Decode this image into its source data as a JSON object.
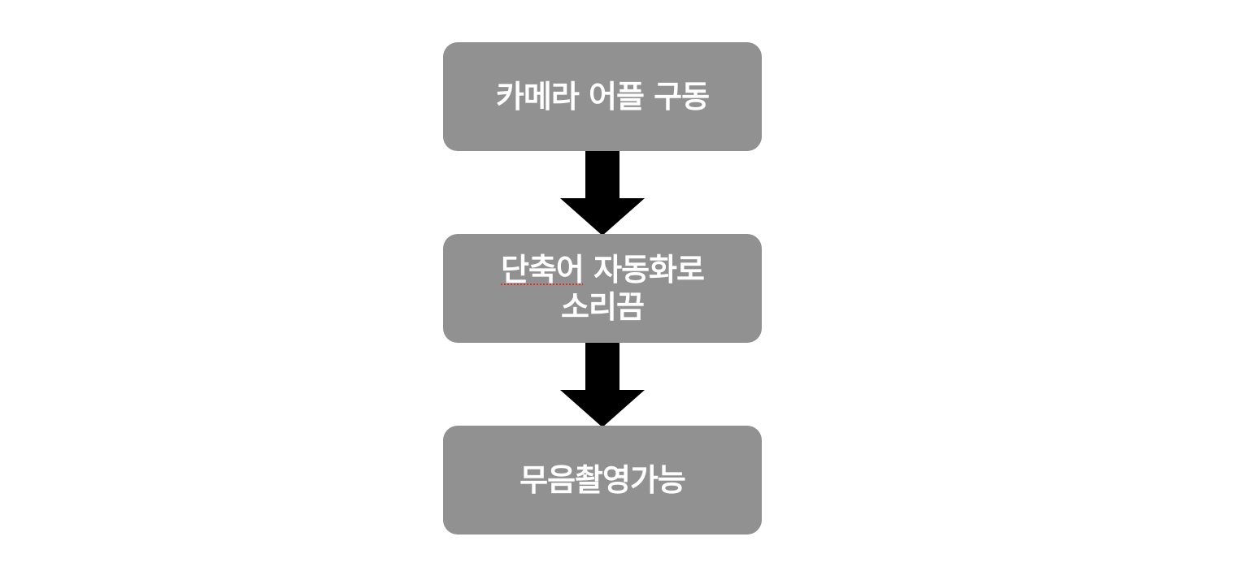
{
  "colors": {
    "box_fill": "#919191",
    "box_text": "#ffffff",
    "arrow_fill": "#000000",
    "spellcheck_underline": "#e0302a"
  },
  "steps": [
    {
      "lines": [
        "카메라 어플 구동"
      ]
    },
    {
      "lines": [
        "단축어 자동화로",
        "소리끔"
      ],
      "underlined_word": "단축어"
    },
    {
      "lines": [
        "무음촬영가능"
      ]
    }
  ],
  "arrows": [
    {
      "direction": "down"
    },
    {
      "direction": "down"
    }
  ]
}
